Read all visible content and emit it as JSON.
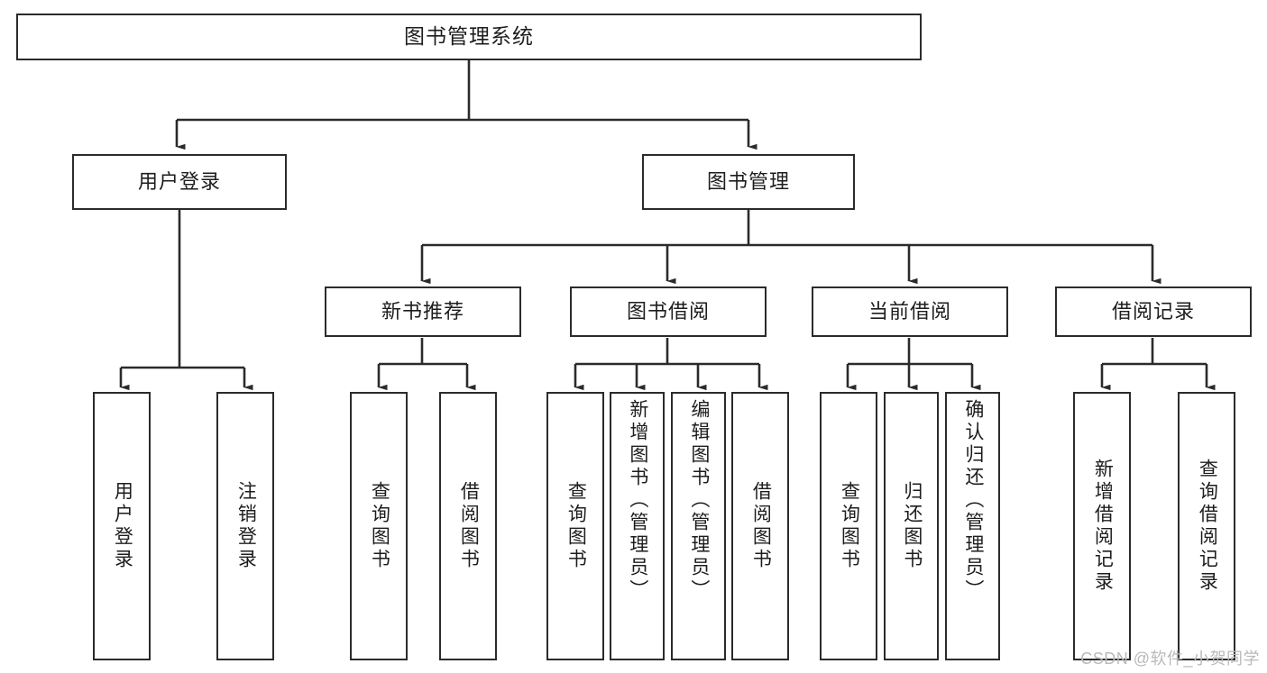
{
  "diagram": {
    "title": "图书管理系统",
    "type": "tree",
    "orientation": "top-down",
    "watermark": "CSDN @软件_小贺同学",
    "colors": {
      "box_border": "#2b2b2b",
      "box_fill": "#ffffff",
      "text": "#1d1d1d",
      "connector": "#2b2b2b",
      "watermark": "#b9b9b9",
      "background": "#ffffff"
    }
  },
  "nodes": {
    "root": {
      "label": "图书管理系统",
      "level": 1
    },
    "level2": [
      {
        "id": "user-login",
        "label": "用户登录"
      },
      {
        "id": "book-manage",
        "label": "图书管理"
      }
    ],
    "level3": [
      {
        "id": "new-book-rec",
        "label": "新书推荐",
        "parent": "book-manage"
      },
      {
        "id": "book-borrow",
        "label": "图书借阅",
        "parent": "book-manage"
      },
      {
        "id": "current-borrow",
        "label": "当前借阅",
        "parent": "book-manage"
      },
      {
        "id": "borrow-record",
        "label": "借阅记录",
        "parent": "book-manage"
      }
    ],
    "leaves": [
      {
        "id": "leaf-user-login",
        "label": "用户登录",
        "parent": "user-login"
      },
      {
        "id": "leaf-user-logout",
        "label": "注销登录",
        "parent": "user-login"
      },
      {
        "id": "leaf-rec-query-book",
        "label": "查询图书",
        "parent": "new-book-rec"
      },
      {
        "id": "leaf-rec-borrow-book",
        "label": "借阅图书",
        "parent": "new-book-rec"
      },
      {
        "id": "leaf-bb-query-book",
        "label": "查询图书",
        "parent": "book-borrow"
      },
      {
        "id": "leaf-bb-add-book",
        "label": "新增图书（管理员）",
        "parent": "book-borrow"
      },
      {
        "id": "leaf-bb-edit-book",
        "label": "编辑图书（管理员）",
        "parent": "book-borrow"
      },
      {
        "id": "leaf-bb-borrow-book",
        "label": "借阅图书",
        "parent": "book-borrow"
      },
      {
        "id": "leaf-cb-query-book",
        "label": "查询图书",
        "parent": "current-borrow"
      },
      {
        "id": "leaf-cb-return-book",
        "label": "归还图书",
        "parent": "current-borrow"
      },
      {
        "id": "leaf-cb-confirm-return",
        "label": "确认归还（管理员）",
        "parent": "current-borrow"
      },
      {
        "id": "leaf-br-add-record",
        "label": "新增借阅记录",
        "parent": "borrow-record"
      },
      {
        "id": "leaf-br-query-record",
        "label": "查询借阅记录",
        "parent": "borrow-record"
      }
    ]
  }
}
